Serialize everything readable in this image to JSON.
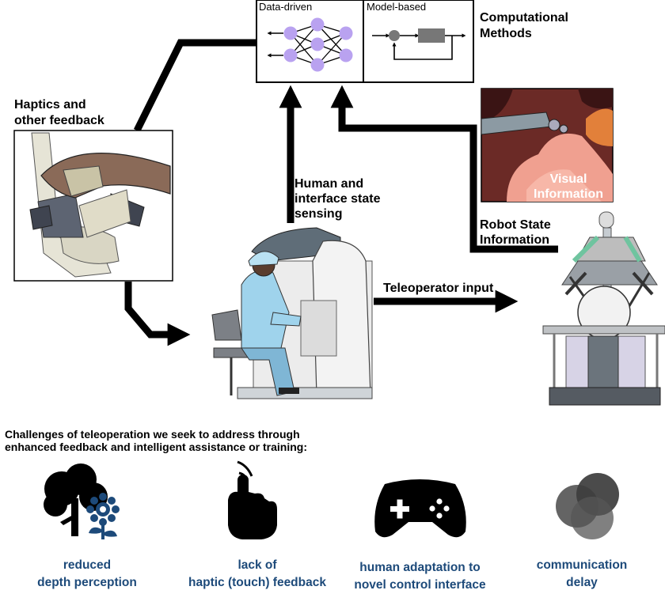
{
  "computational": {
    "data_driven_label": "Data-driven",
    "model_based_label": "Model-based",
    "title": "Computational\nMethods"
  },
  "labels": {
    "haptics": "Haptics and\nother feedback",
    "human_sensing": "Human and\ninterface state\nsensing",
    "visual_info": "Visual\nInformation",
    "robot_state": "Robot State\nInformation",
    "teleoperator_input": "Teleoperator input"
  },
  "challenges": {
    "heading": "Challenges of teleoperation we seek to address through\nenhanced feedback and intelligent assistance or training:",
    "items": [
      {
        "icon": "tree-flower-icon",
        "caption": "reduced\ndepth perception"
      },
      {
        "icon": "pointing-hand-icon",
        "caption": "lack of\nhaptic (touch) feedback"
      },
      {
        "icon": "gamepad-icon",
        "caption": "human adaptation to\nnovel control interface"
      },
      {
        "icon": "overlapping-circles-icon",
        "caption": "communication\ndelay"
      }
    ]
  },
  "colors": {
    "network_node": "#b9a2f0",
    "caption_text": "#1d4a7a",
    "arrow": "#000000",
    "tissue": "#f0a090",
    "robot_accent": "#6fc49f"
  }
}
